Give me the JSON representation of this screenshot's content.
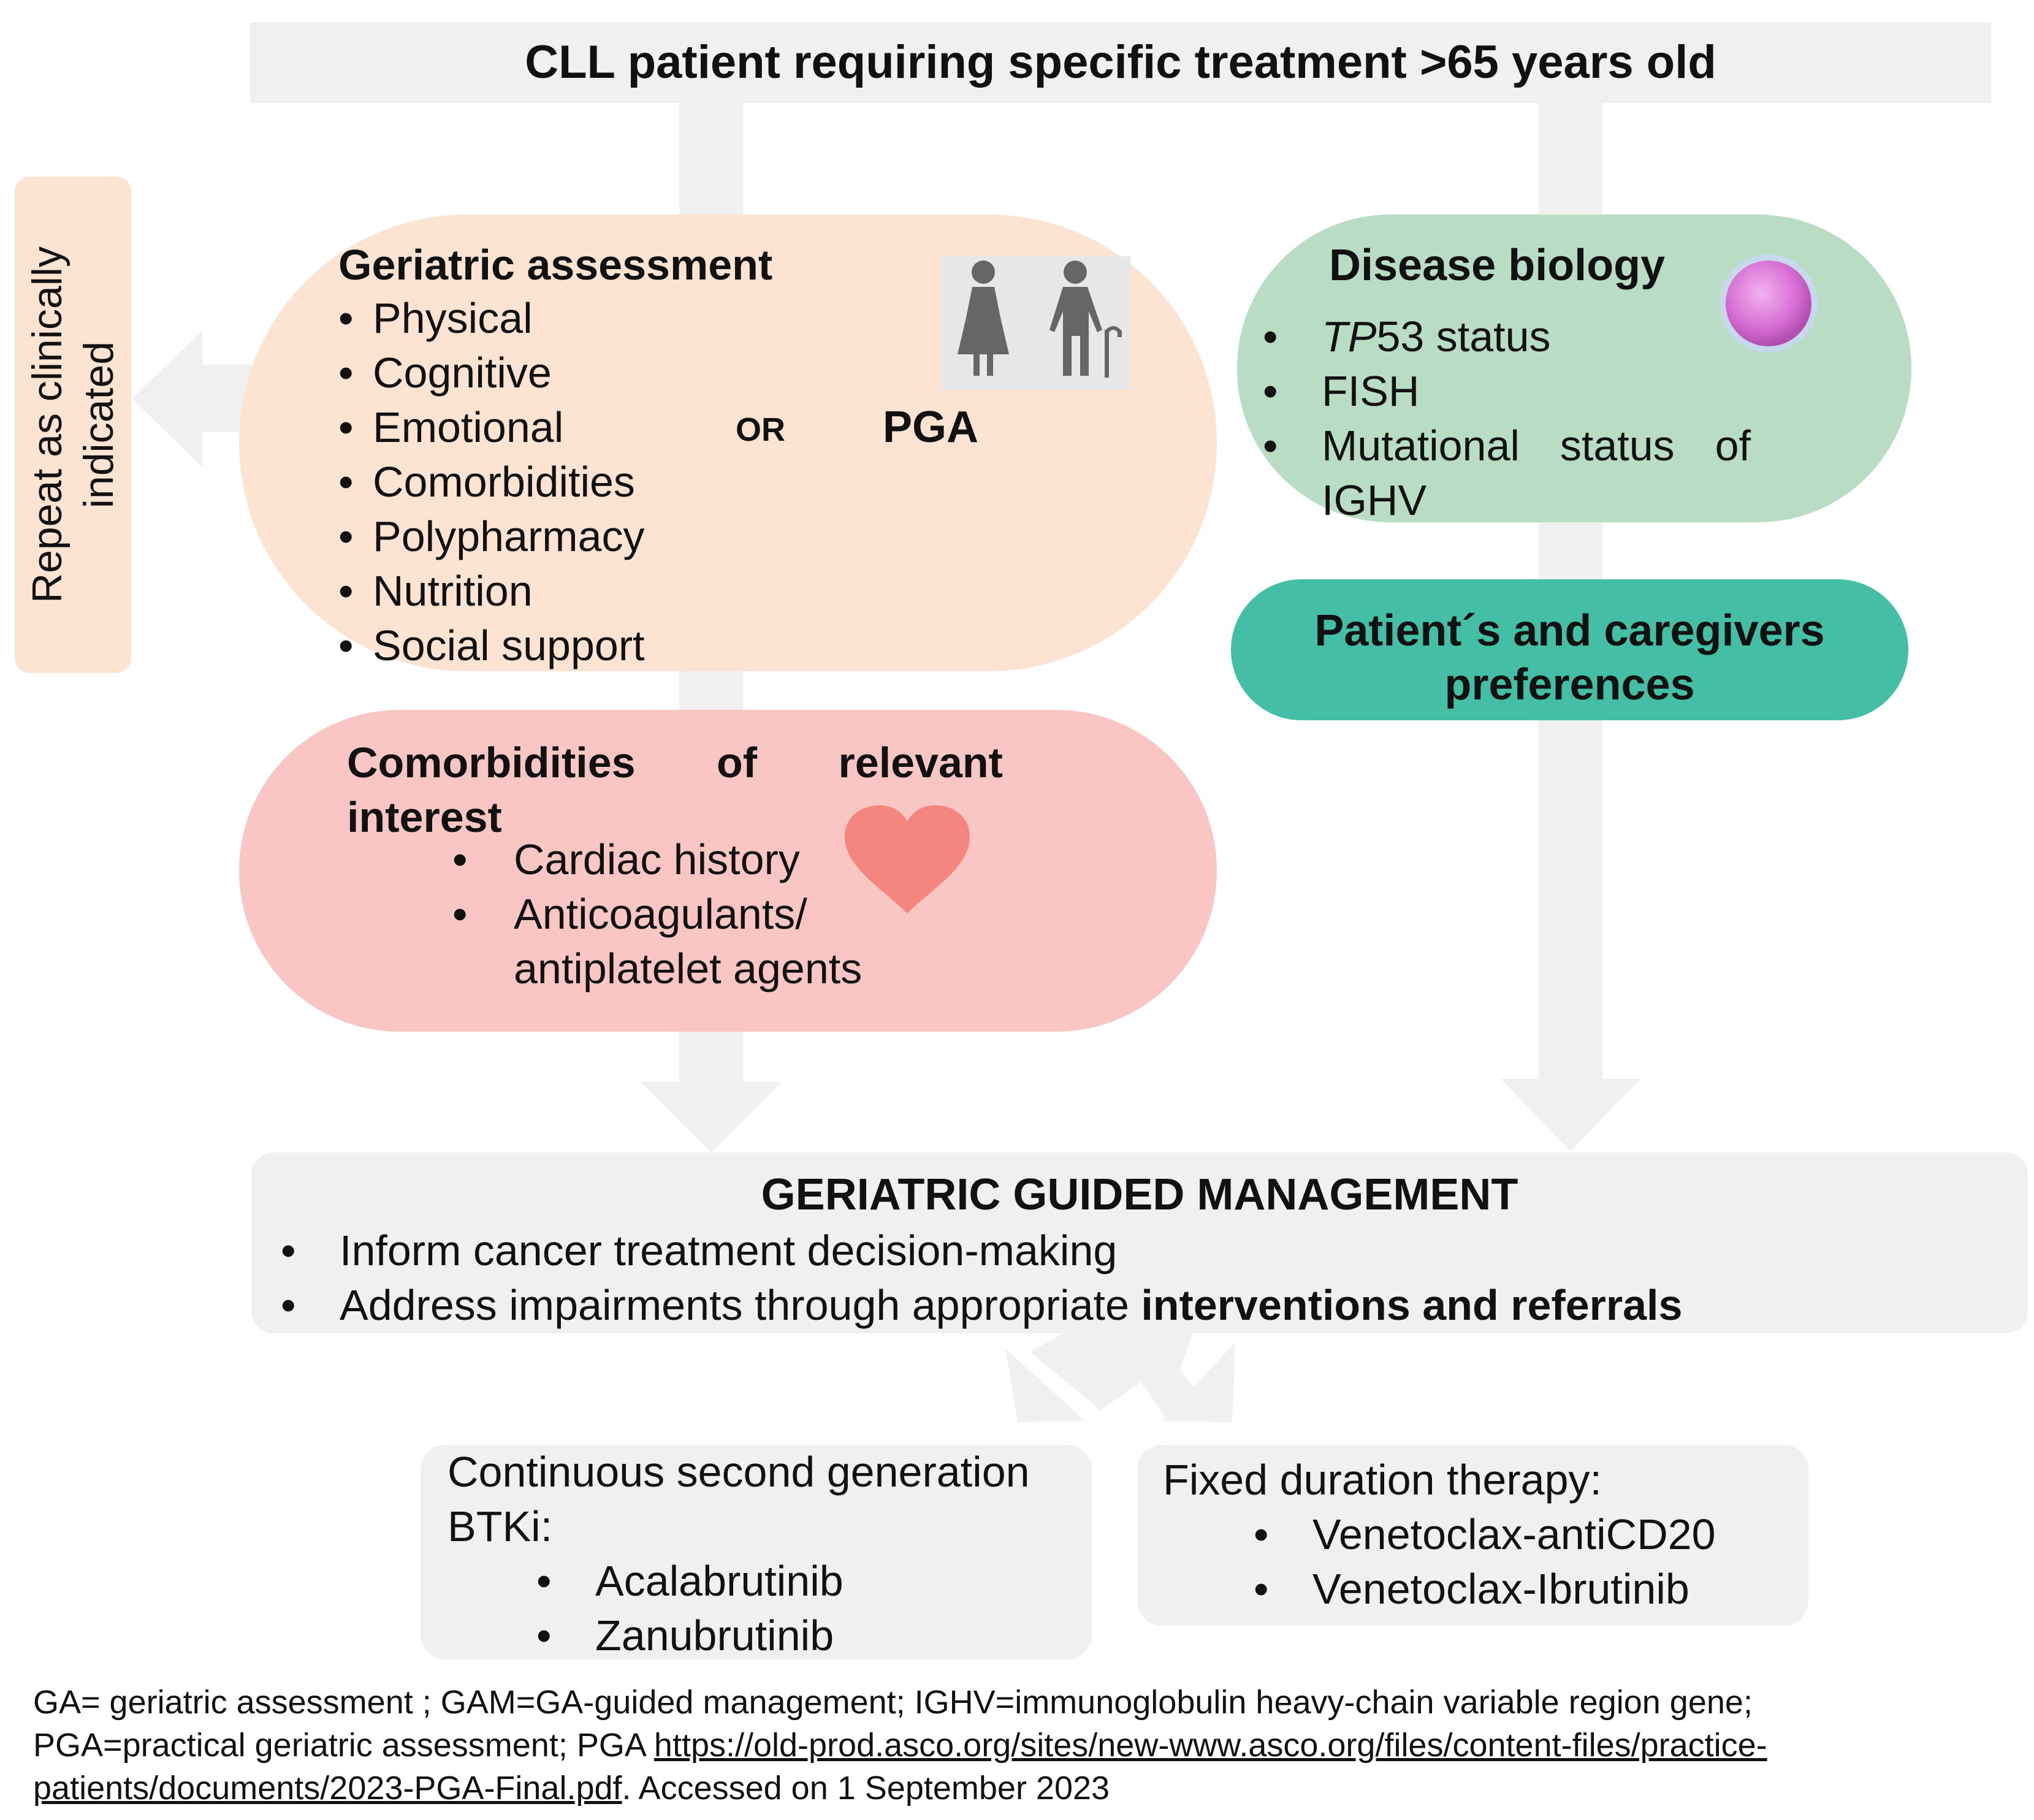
{
  "title": "CLL patient requiring specific treatment >65 years old",
  "repeat_label": "Repeat as clinically indicated",
  "geriatric": {
    "title": "Geriatric assessment",
    "items": [
      "Physical",
      "Cognitive",
      "Emotional",
      "Comorbidities",
      "Polypharmacy",
      "Nutrition",
      "Social support"
    ],
    "or_label": "OR",
    "pga_label": "PGA",
    "icon": "elderly-couple-icon"
  },
  "disease_biology": {
    "title": "Disease biology",
    "tp53_italic": "TP",
    "tp53_rest": "53 status",
    "fish": "FISH",
    "mutational_line1": "Mutational status of",
    "mutational_line2": "IGHV",
    "icon": "cell-icon"
  },
  "preferences": {
    "line1": "Patient´s and caregivers",
    "line2": "preferences"
  },
  "comorbidities": {
    "title_w1": "Comorbidities",
    "title_w2": "of",
    "title_w3": "relevant",
    "title_line2": "interest",
    "item1": "Cardiac history",
    "item2_line1": "Anticoagulants/",
    "item2_line2": "antiplatelet agents",
    "icon": "heart-icon"
  },
  "management": {
    "title": "GERIATRIC GUIDED MANAGEMENT",
    "item1": "Inform cancer treatment decision-making",
    "item2_plain": "Address impairments through appropriate ",
    "item2_bold": "interventions and referrals"
  },
  "option_continuous": {
    "title": "Continuous second generation BTKi:",
    "items": [
      "Acalabrutinib",
      "Zanubrutinib"
    ]
  },
  "option_fixed": {
    "title": "Fixed duration therapy:",
    "items": [
      "Venetoclax-antiCD20",
      "Venetoclax-Ibrutinib"
    ]
  },
  "bullet": "•",
  "footnote": {
    "line1": "GA= geriatric assessment ; GAM=GA-guided management; IGHV=immunoglobulin heavy-chain variable region gene;",
    "line2_prefix": "PGA=practical geriatric assessment; PGA ",
    "link_part1": "https://old-prod.asco.org/sites/new-www.asco.org/files/content-files/practice-",
    "link_part2": "patients/documents/2023-PGA-Final.pdf",
    "suffix": ". Accessed on 1 September 2023"
  },
  "colors": {
    "flow_arrow": "#f0f0f0",
    "geriatric_box": "#fde3d2",
    "biology_box": "#b8dcc4",
    "preferences_box": "#44bfa5",
    "comorbidities_box": "#f9c6c3",
    "management_box": "#f0f0f0",
    "heart": "#f4857f",
    "cell": "#d56bd2"
  }
}
